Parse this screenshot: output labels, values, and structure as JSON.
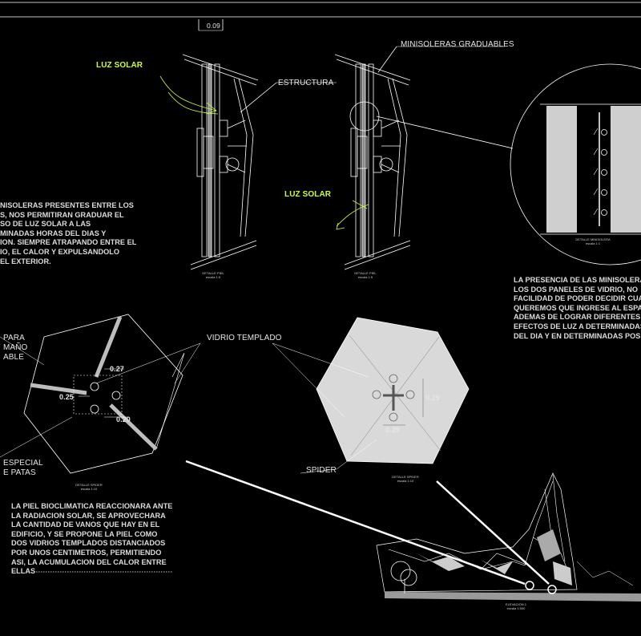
{
  "colors": {
    "background": "#000000",
    "linework": "#ffffff",
    "text": "#e6e6e6",
    "accent_green": "#c8ff3a",
    "panel_grey": "#cfcfcf",
    "glass_fill": "#d9d9d9"
  },
  "labels": {
    "dim_009": "0.09",
    "minisoleras_graduables": "MINISOLERAS GRADUABLES",
    "luz_solar_1": "LUZ SOLAR",
    "estructura": "ESTRUCTURA",
    "luz_solar_2": "LUZ SOLAR",
    "vidrio_templado": "VIDRIO TEMPLADO",
    "spider": "SPIDER",
    "para": "PARA",
    "tamano": "MAÑO",
    "able": "ABLE",
    "especial": "ESPECIAL",
    "de_patas": "E PATAS",
    "dim_027": "0.27",
    "dim_025": "0.25",
    "dim_020": "0.20",
    "dim_029": "0.29",
    "dim_029b": "0.29"
  },
  "captions": {
    "detalle_piel_1": "DETALLE PIEL\nescala 1:5",
    "detalle_piel_2": "DETALLE PIEL\nescala 1:5",
    "detalle_minisolera": "DETALLE MINISOLERA\nescala 1:1",
    "detalle_spider_1": "DETALLE SPIDER\nescala 1:10",
    "detalle_spider_2": "DETALLE SPIDER\nescala 1:10",
    "elevacion": "ELEVACION 1\nescala 1:500"
  },
  "paragraphs": {
    "left_minisoleras": "NISOLERAS PRESENTES ENTRE LOS\nS, NOS PERMITIRAN GRADUAR EL\nSO DE LUZ SOLAR A LAS\nMINADAS HORAS DEL DIAS Y\nION. SIEMPRE ATRAPANDO ENTRE EL\nIO, EL CALOR Y EXPULSANDOLO\nEL EXTERIOR.",
    "right_presencia": "LA PRESENCIA DE LAS MINISOLERA\nLOS DOS PANELES DE VIDRIO, NO\nFACILIDAD DE PODER DECIDIR CUA\nQUEREMOS QUE INGRESE AL ESPA\nADEMAS DE LOGRAR DIFERENTES\nEFECTOS DE LUZ A DETERMINADAS\nDEL DIA Y EN DETERMINADAS POS",
    "bottom_piel": "LA PIEL BIOCLIMATICA REACCIONARA ANTE\nLA RADIACION SOLAR, SE APROVECHARA\nLA CANTIDAD DE VANOS QUE HAY EN EL\nEDIFICIO, Y SE PROPONE LA PIEL COMO\nDOS VIDRIOS TEMPLADOS DISTANCIADOS\nPOR UNOS CENTIMETROS, PERMITIENDO\nASI, LA ACUMULACION DEL CALOR ENTRE\nELLAS"
  }
}
